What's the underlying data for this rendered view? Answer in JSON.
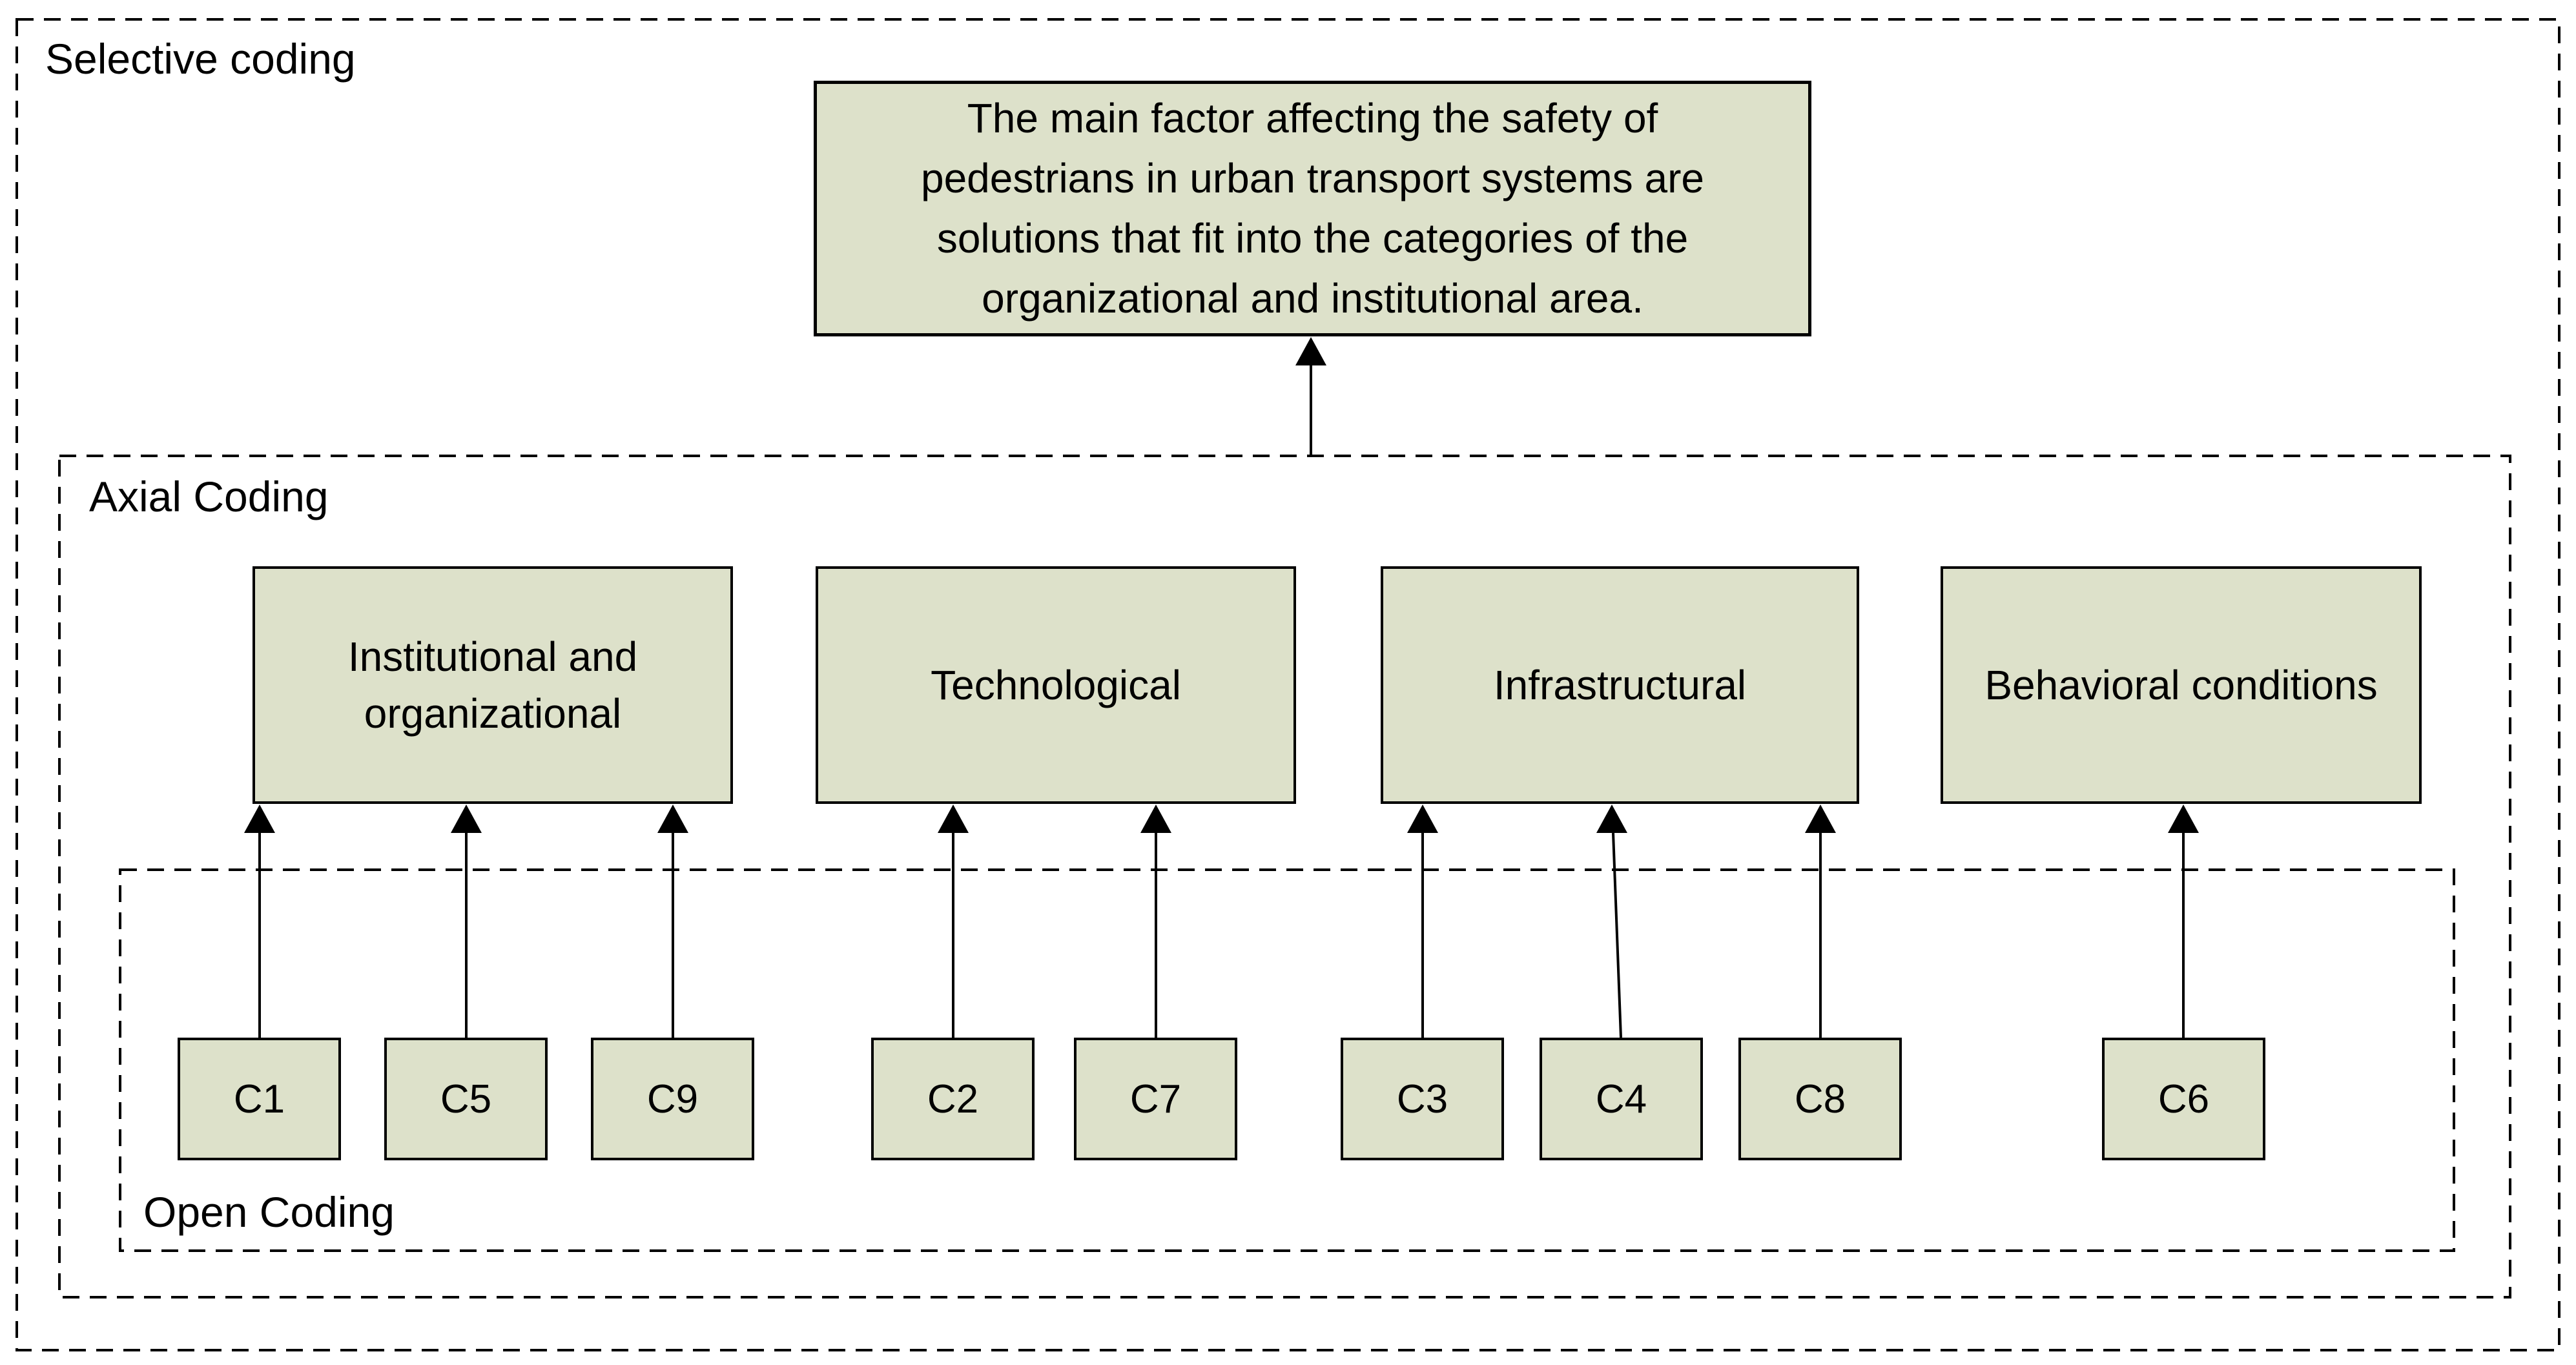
{
  "stages": {
    "selective": {
      "label": "Selective coding"
    },
    "axial": {
      "label": "Axial Coding"
    },
    "open": {
      "label": "Open Coding"
    }
  },
  "core_category": {
    "text": "The main factor affecting the safety of pedestrians in urban transport systems are solutions that fit into the categories of the organizational and institutional area.",
    "lines": [
      "The main factor affecting the safety of",
      "pedestrians in urban transport systems are",
      "solutions that fit into the categories of the",
      "organizational and institutional area."
    ]
  },
  "axial_categories": [
    {
      "id": "institutional",
      "label": "Institutional and organizational"
    },
    {
      "id": "technological",
      "label": "Technological"
    },
    {
      "id": "infrastructural",
      "label": "Infrastructural"
    },
    {
      "id": "behavioral",
      "label": "Behavioral conditions"
    }
  ],
  "open_codes": [
    {
      "label": "C1",
      "maps_to": "Institutional and organizational"
    },
    {
      "label": "C5",
      "maps_to": "Institutional and organizational"
    },
    {
      "label": "C9",
      "maps_to": "Institutional and organizational"
    },
    {
      "label": "C2",
      "maps_to": "Technological"
    },
    {
      "label": "C7",
      "maps_to": "Technological"
    },
    {
      "label": "C3",
      "maps_to": "Infrastructural"
    },
    {
      "label": "C4",
      "maps_to": "Infrastructural"
    },
    {
      "label": "C8",
      "maps_to": "Infrastructural"
    },
    {
      "label": "C6",
      "maps_to": "Behavioral conditions"
    }
  ],
  "colors": {
    "box_fill": "#dde1ca",
    "box_border": "#000000",
    "line": "#000000",
    "background": "#ffffff"
  }
}
